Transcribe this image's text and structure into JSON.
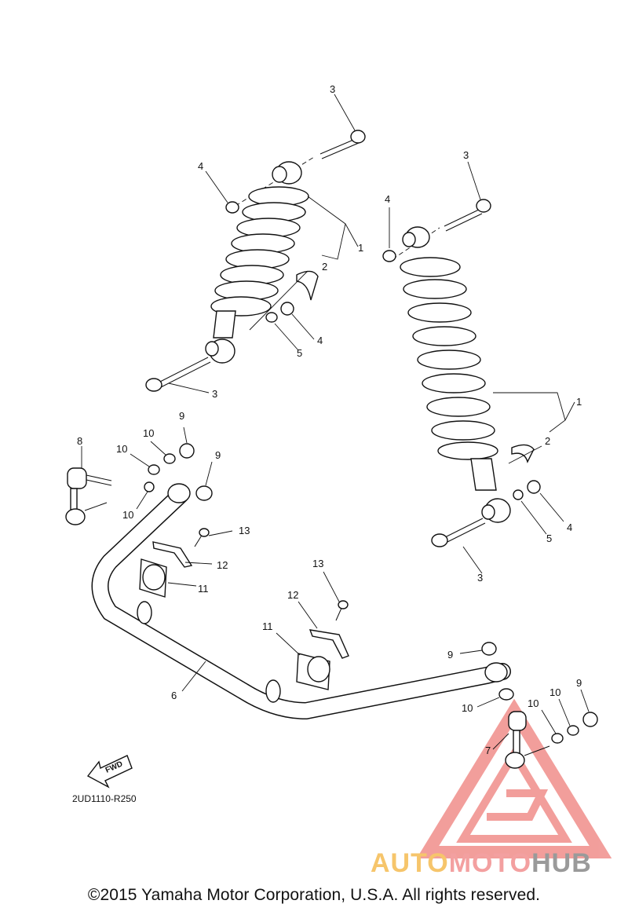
{
  "diagram_code": "2UD1110-R250",
  "fwd_label": "FWD",
  "copyright": "©2015 Yamaha Motor Corporation, U.S.A. All rights reserved.",
  "watermark": {
    "auto": "AUTO",
    "moto": "MOTO",
    "hub": "HUB",
    "accent_color": "#e8504a"
  },
  "callouts": {
    "l3_top": "3",
    "l4_top": "4",
    "l1": "1",
    "l2": "2",
    "l4_mid": "4",
    "l5": "5",
    "l3_bot": "3",
    "r3_top": "3",
    "r4_top": "4",
    "r1": "1",
    "r2": "2",
    "r4": "4",
    "r5": "5",
    "r3_bot": "3",
    "p9_a": "9",
    "p10_a": "10",
    "p8": "8",
    "p10_b": "10",
    "p9_b": "9",
    "p10_c": "10",
    "p13_a": "13",
    "p12_a": "12",
    "p11_a": "11",
    "p13_b": "13",
    "p12_b": "12",
    "p11_b": "11",
    "p6": "6",
    "p9_c": "9",
    "p10_d": "10",
    "p10_e": "10",
    "p10_f": "10",
    "p9_d": "9",
    "p7": "7"
  }
}
